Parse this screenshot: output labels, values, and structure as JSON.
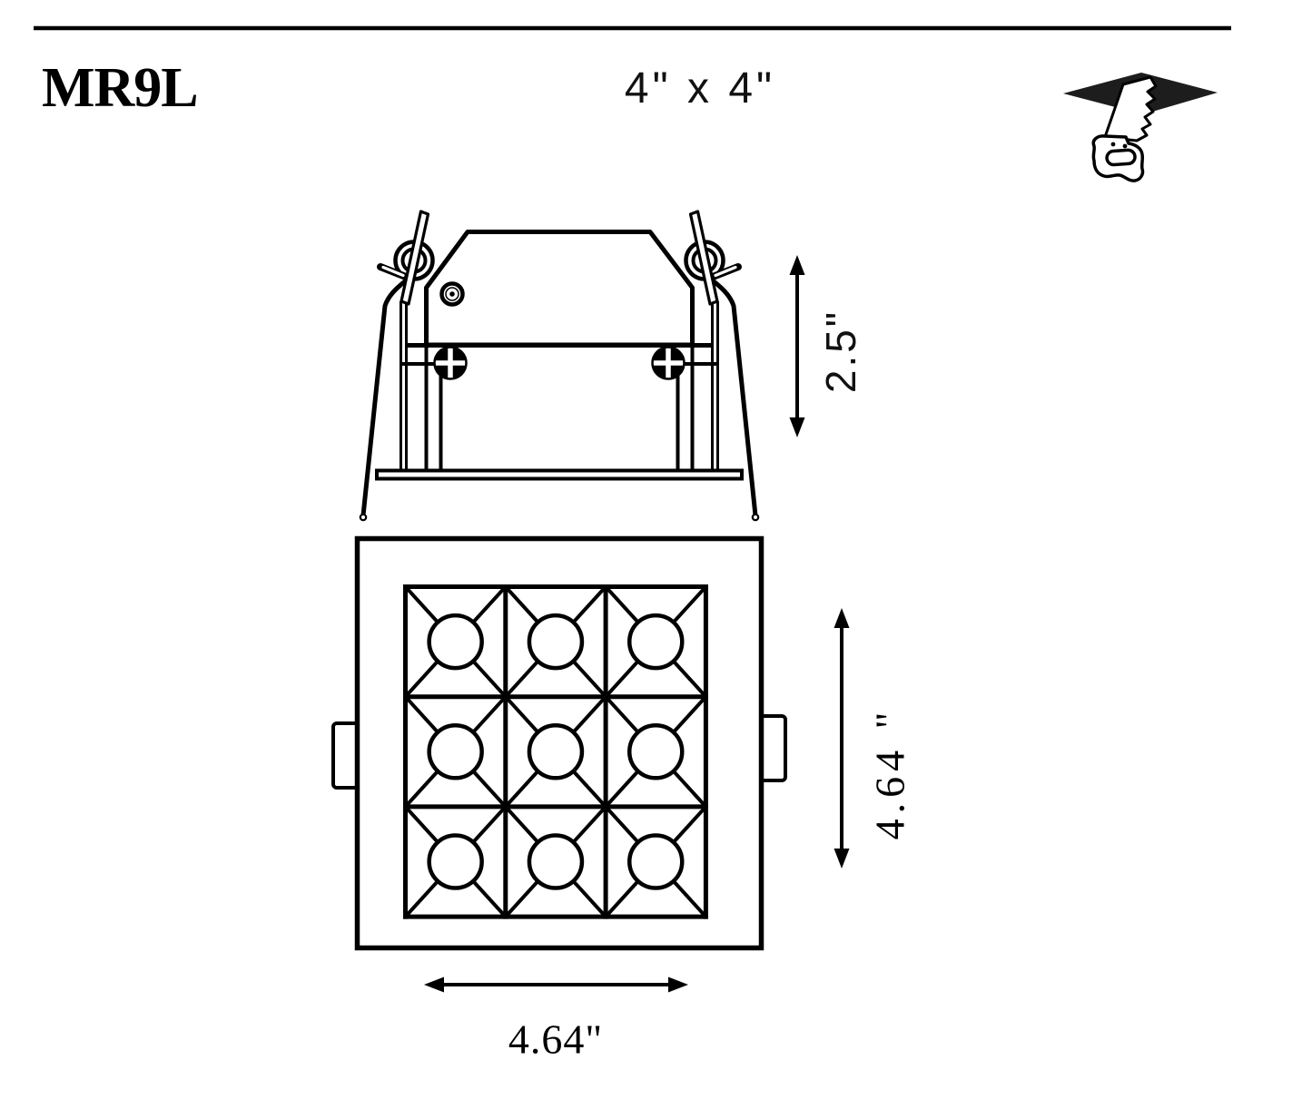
{
  "header": {
    "model": "MR9L",
    "cutout_size": "4\" x 4\"",
    "saw_icon": "saw-cutting-ceiling-icon"
  },
  "dimensions": {
    "side_height": "2.5\"",
    "front_height": "4.64 \"",
    "front_width": "4.64\""
  },
  "front_view": {
    "led_grid": {
      "rows": 3,
      "cols": 3
    }
  },
  "colors": {
    "line": "#000000",
    "panel_fill": "#1d1d1d",
    "background": "#ffffff"
  }
}
